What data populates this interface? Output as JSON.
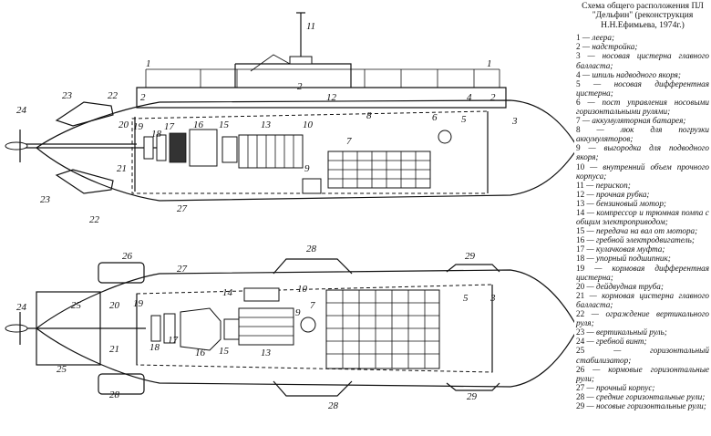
{
  "title": "Схема общего расположения ПЛ \"Дельфин\" (реконструкция Н.Н.Ефимьева, 1974г.)",
  "legend": [
    {
      "num": "1",
      "text": "леера;"
    },
    {
      "num": "2",
      "text": "надстройка;"
    },
    {
      "num": "3",
      "text": "носовая цистерна главного балласта;"
    },
    {
      "num": "4",
      "text": "шпиль надводного якоря;"
    },
    {
      "num": "5",
      "text": "носовая дифферентная цистерна;"
    },
    {
      "num": "6",
      "text": "пост управления носовыми горизонтальными рулями;"
    },
    {
      "num": "7",
      "text": "аккумуляторная батарея;"
    },
    {
      "num": "8",
      "text": "люк для погрузки аккумуляторов;"
    },
    {
      "num": "9",
      "text": "выгородка для подводного якоря;"
    },
    {
      "num": "10",
      "text": "внутренний объем прочного корпуса;"
    },
    {
      "num": "11",
      "text": "перископ;"
    },
    {
      "num": "12",
      "text": "прочная рубка;"
    },
    {
      "num": "13",
      "text": "бензиновый мотор;"
    },
    {
      "num": "14",
      "text": "компрессор и трюмная помпа с общим электроприводом;"
    },
    {
      "num": "15",
      "text": "передача на вал от мотора;"
    },
    {
      "num": "16",
      "text": "гребной электродвигатель;"
    },
    {
      "num": "17",
      "text": "кулачковая муфта;"
    },
    {
      "num": "18",
      "text": "упорный подшипник;"
    },
    {
      "num": "19",
      "text": "кормовая дифферентная цистерна;"
    },
    {
      "num": "20",
      "text": "дейдвудная труба;"
    },
    {
      "num": "21",
      "text": "кормовая цистерна главного балласта;"
    },
    {
      "num": "22",
      "text": "ограждение вертикального руля;"
    },
    {
      "num": "23",
      "text": "вертикальный руль;"
    },
    {
      "num": "24",
      "text": "гребной винт;"
    },
    {
      "num": "25",
      "text": "горизонтальный стабилизатор;"
    },
    {
      "num": "26",
      "text": "кормовые горизонтальные рули;"
    },
    {
      "num": "27",
      "text": "прочный корпус;"
    },
    {
      "num": "28",
      "text": "средние горизонтальные рули;"
    },
    {
      "num": "29",
      "text": "носовые горизонтальные рули;"
    }
  ],
  "side_labels": [
    "1",
    "1",
    "2",
    "2",
    "2",
    "3",
    "4",
    "5",
    "6",
    "7",
    "8",
    "9",
    "10",
    "11",
    "12",
    "13",
    "15",
    "16",
    "17",
    "18",
    "19",
    "20",
    "21",
    "22",
    "22",
    "23",
    "23",
    "24",
    "27"
  ],
  "plan_labels": [
    "3",
    "5",
    "7",
    "9",
    "10",
    "13",
    "14",
    "15",
    "16",
    "17",
    "18",
    "19",
    "20",
    "21",
    "24",
    "25",
    "25",
    "26",
    "27",
    "28",
    "28",
    "28",
    "29",
    "29"
  ]
}
